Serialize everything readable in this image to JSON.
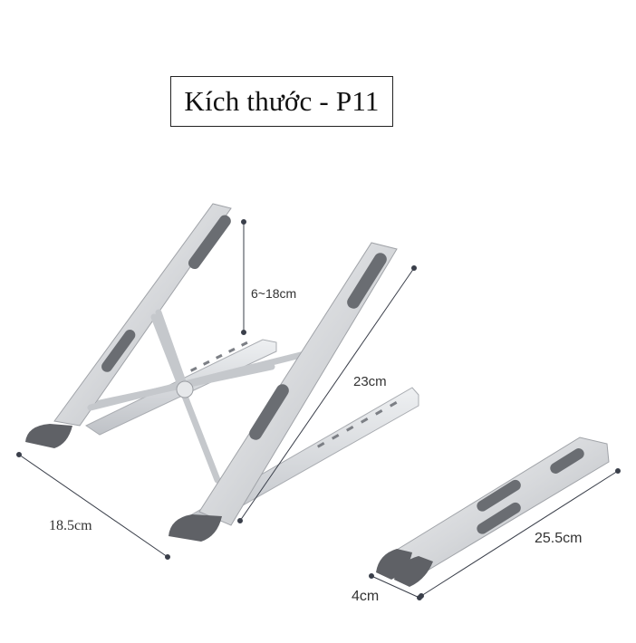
{
  "title": "Kích thước - P11",
  "dimensions": {
    "height_range": "6~18cm",
    "support_length": "23cm",
    "base_width": "18.5cm",
    "folded_length": "25.5cm",
    "folded_thickness": "4cm"
  },
  "colors": {
    "aluminum": "#d9dbde",
    "aluminum_shadow": "#b8bbc0",
    "rubber_pad": "#5f6166",
    "dimension_line": "#3a3f4a"
  }
}
